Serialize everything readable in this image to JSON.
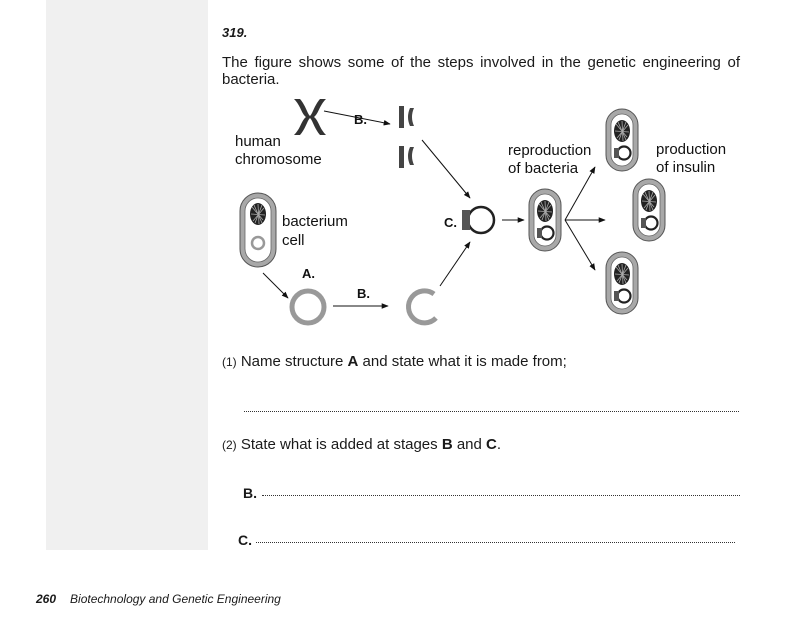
{
  "question": {
    "number": "319.",
    "intro": "The figure shows some of the steps involved in the genetic engineering of bacteria."
  },
  "figure": {
    "labels": {
      "human": "human",
      "chromosome": "chromosome",
      "bacterium": "bacterium",
      "cell": "cell",
      "reproduction": "reproduction",
      "of_bacteria": "of bacteria",
      "production": "production",
      "of_insulin": "of insulin",
      "step_a": "A.",
      "step_b_top": "B.",
      "step_b_bottom": "B.",
      "step_c": "C."
    }
  },
  "parts": [
    {
      "marker": "(1)",
      "before": "Name structure ",
      "bold1": "A",
      "middle": " and state what it is made from;",
      "bold2": "",
      "after": ""
    },
    {
      "marker": "(2)",
      "before": "State what is added at stages ",
      "bold1": "B",
      "middle": " and ",
      "bold2": "C",
      "after": "."
    }
  ],
  "answers": {
    "b_label": "B.",
    "c_label": "C."
  },
  "footer": {
    "page_number": "260",
    "title": "Biotechnology and Genetic Engineering"
  }
}
